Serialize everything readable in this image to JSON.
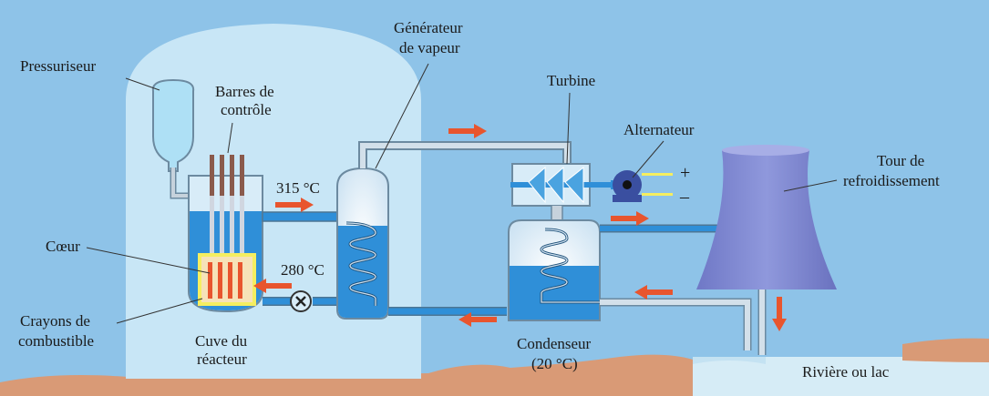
{
  "labels": {
    "pressuriseur": "Pressuriseur",
    "barres_1": "Barres de",
    "barres_2": "contrôle",
    "generateur_1": "Générateur",
    "generateur_2": "de vapeur",
    "turbine": "Turbine",
    "alternateur": "Alternateur",
    "tour_1": "Tour de",
    "tour_2": "refroidissement",
    "coeur": "Cœur",
    "crayons_1": "Crayons de",
    "crayons_2": "combustible",
    "cuve_1": "Cuve du",
    "cuve_2": "réacteur",
    "temp_hot": "315 °C",
    "temp_cold": "280 °C",
    "condenseur_1": "Condenseur",
    "condenseur_2": "(20 °C)",
    "riviere": "Rivière ou lac",
    "plus": "+",
    "minus": "–"
  },
  "colors": {
    "background": "#8ec3e8",
    "dome": "#c8e6f6",
    "water": "#2f8fd8",
    "steam": "#d8ecf8",
    "flow_arrow": "#e8552e",
    "fuel_rod": "#e8552e",
    "control_rod": "#8a5a4c",
    "core_frame": "#f5ee60",
    "ground": "#d99a76",
    "tower": "#7d86d0",
    "pipe": "#c6d2dc"
  }
}
